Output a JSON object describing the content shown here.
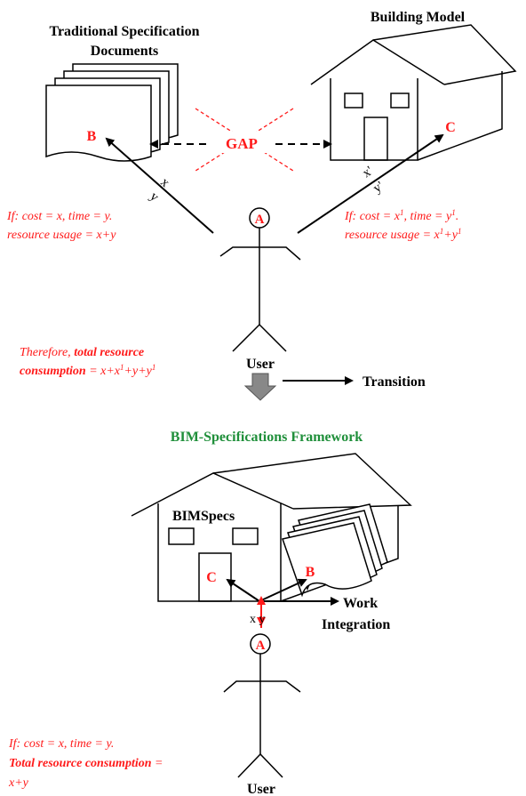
{
  "top": {
    "spec_docs_title_line1": "Traditional Specification",
    "spec_docs_title_line2": "Documents",
    "building_model_title": "Building Model",
    "gap_label": "GAP",
    "node_a": "A",
    "node_b": "B",
    "node_c": "C",
    "arrow_left_label": "x",
    "arrow_left_label_y": "y",
    "arrow_right_label": "x'",
    "arrow_right_label_y": "y'",
    "left_cost_line1": "If: cost = x, time = y.",
    "left_cost_line2": "resource usage = x+y",
    "right_cost_line1_a": "If: cost = x",
    "right_cost_line1_sup": "1",
    "right_cost_line1_b": ", time = y",
    "right_cost_line1_sup2": "1",
    "right_cost_line1_c": ".",
    "right_cost_line2_a": "resource usage = x",
    "right_cost_line2_sup": "1",
    "right_cost_line2_b": "+y",
    "right_cost_line2_sup2": "1",
    "therefore_line1_a": "Therefore, ",
    "therefore_line1_b": "total resource",
    "therefore_line2_a": "consumption",
    "therefore_line2_b": " = x+x",
    "therefore_line2_sup": "1",
    "therefore_line2_c": "+y+y",
    "therefore_line2_sup2": "1",
    "user_label": "User",
    "transition_label": "Transition"
  },
  "bottom": {
    "framework_title": "BIM-Specifications Framework",
    "bimspecs_label": "BIMSpecs",
    "node_a": "A",
    "node_b": "B",
    "node_c": "C",
    "xy_label": "x y",
    "work_label_line1": "Work",
    "work_label_line2": "Integration",
    "cost_line1": "If: cost = x, time = y.",
    "cost_line2_a": "Total resource consumption",
    "cost_line2_b": " =",
    "cost_line3": "x+y",
    "user_label": "User"
  },
  "colors": {
    "accent_red": "#ff1a1a",
    "framework_green": "#1f8f3a",
    "line_black": "#000000"
  }
}
